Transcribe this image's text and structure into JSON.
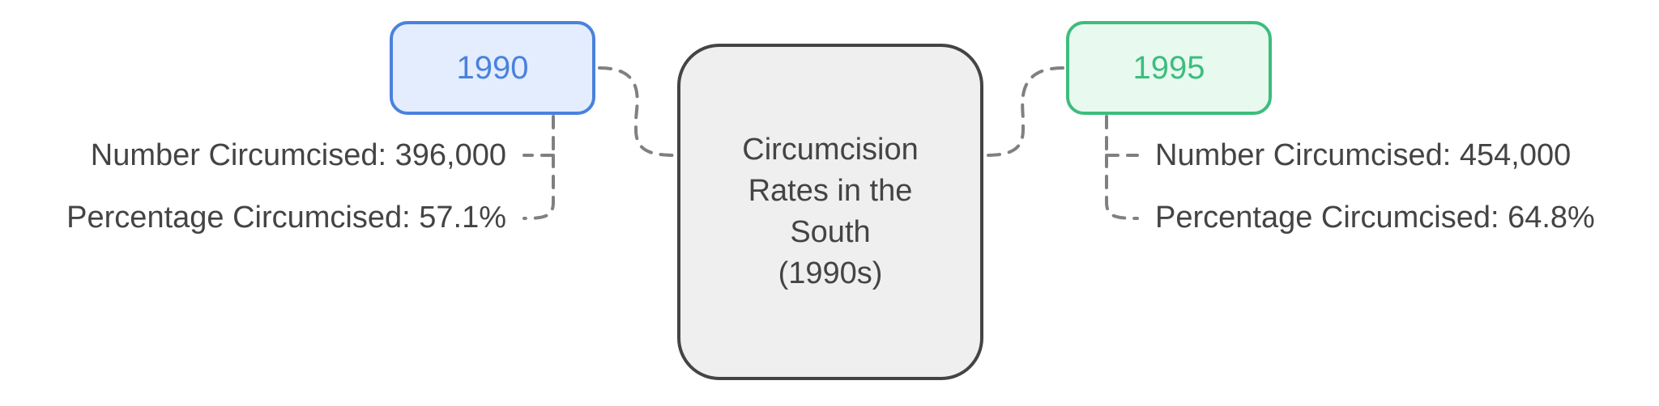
{
  "center": {
    "title": "Circumcision\nRates in the\nSouth\n(1990s)"
  },
  "left_branch": {
    "year": "1990",
    "number": "Number Circumcised: 396,000",
    "percentage": "Percentage Circumcised: 57.1%"
  },
  "right_branch": {
    "year": "1995",
    "number": "Number Circumcised: 454,000",
    "percentage": "Percentage Circumcised: 64.8%"
  },
  "colors": {
    "left_accent": "#4a82dc",
    "left_fill": "#e3edfd",
    "right_accent": "#3dbd7d",
    "right_fill": "#e8f9f0",
    "center_fill": "#efefef",
    "center_border": "#444444",
    "connector": "#808080"
  }
}
